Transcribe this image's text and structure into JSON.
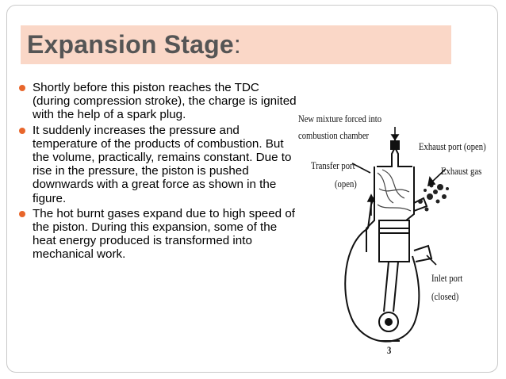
{
  "title": {
    "main": "Expansion Stage",
    "colon": ":"
  },
  "bullets": [
    "Shortly before this piston reaches the TDC (during compression stroke), the charge is ignited with the help of a spark plug.",
    " It suddenly increases the pressure and temperature of the products of combustion.  But the volume, practically, remains constant.  Due to rise in the pressure, the piston is pushed downwards with a great force as shown in the figure.",
    " The hot burnt gases expand due to high speed of the piston.  During this expansion, some of the heat energy produced is transformed into mechanical work."
  ],
  "figure": {
    "label_mixture_1": "New mixture forced into",
    "label_mixture_2": "combustion chamber",
    "label_exhaust_port": "Exhaust port (open)",
    "label_exhaust_gas": "Exhaust gas",
    "label_transfer_1": "Transfer port",
    "label_transfer_2": "(open)",
    "label_inlet_1": "Inlet port",
    "label_inlet_2": "(closed)",
    "label_number": "3"
  },
  "colors": {
    "title_bg": "#fad7c7",
    "title_text": "#555555",
    "bullet": "#e8662b"
  }
}
